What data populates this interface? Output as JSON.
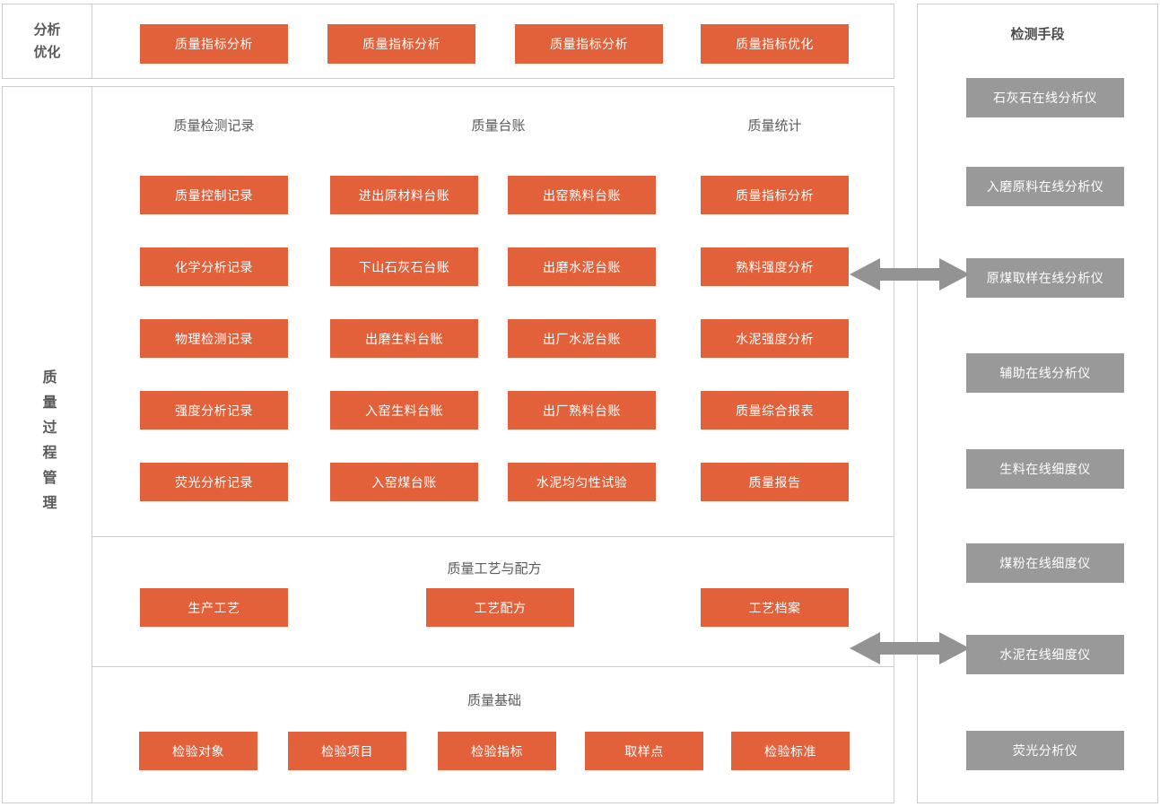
{
  "colors": {
    "orange": "#e2603a",
    "gray": "#999999",
    "border": "#c9cbcc",
    "text_dark": "#595959"
  },
  "top_panel": {
    "side_label_line1": "分析",
    "side_label_line2": "优化",
    "boxes": [
      "质量指标分析",
      "质量指标分析",
      "质量指标分析",
      "质量指标优化"
    ]
  },
  "main_panel": {
    "side_label": "质量过程管理",
    "section_records": {
      "captions": [
        "质量检测记录",
        "质量台账",
        "质量统计"
      ],
      "columns": [
        {
          "caption": "质量检测记录",
          "items": [
            "质量控制记录",
            "化学分析记录",
            "物理检测记录",
            "强度分析记录",
            "荧光分析记录"
          ]
        },
        {
          "caption": "质量台账",
          "items": [
            "进出原材料台账",
            "下山石灰石台账",
            "出磨生料台账",
            "入窑生料台账",
            "入窑煤台账"
          ]
        },
        {
          "caption": "",
          "items": [
            "出窑熟料台账",
            "出磨水泥台账",
            "出厂水泥台账",
            "出厂熟料台账",
            "水泥均匀性试验"
          ]
        },
        {
          "caption": "质量统计",
          "items": [
            "质量指标分析",
            "熟料强度分析",
            "水泥强度分析",
            "质量综合报表",
            "质量报告"
          ]
        }
      ]
    },
    "section_process": {
      "caption": "质量工艺与配方",
      "items": [
        "生产工艺",
        "工艺配方",
        "工艺档案"
      ]
    },
    "section_basis": {
      "caption": "质量基础",
      "items": [
        "检验对象",
        "检验项目",
        "检验指标",
        "取样点",
        "检验标准"
      ]
    }
  },
  "right_panel": {
    "title": "检测手段",
    "items": [
      "石灰石在线分析仪",
      "入磨原料在线分析仪",
      "原煤取样在线分析仪",
      "辅助在线分析仪",
      "生料在线细度仪",
      "煤粉在线细度仪",
      "水泥在线细度仪",
      "荧光分析仪"
    ]
  },
  "connectors": [
    {
      "name": "double-arrow-upper",
      "label": ""
    },
    {
      "name": "double-arrow-lower",
      "label": ""
    }
  ]
}
